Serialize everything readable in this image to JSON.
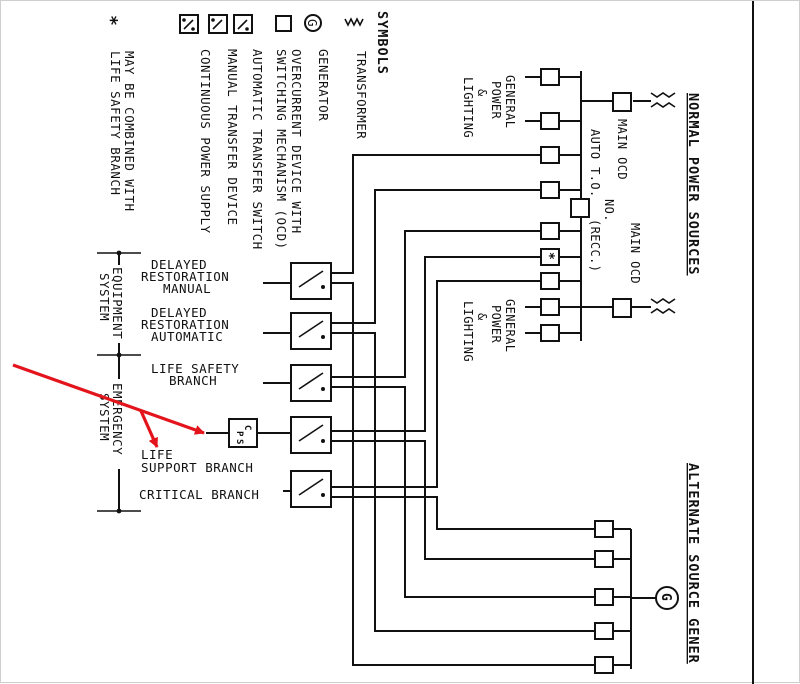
{
  "symbols": {
    "title": "SYMBOLS",
    "items": [
      {
        "id": "transformer",
        "icon": "transformer-icon",
        "label": [
          "TRANSFORMER"
        ]
      },
      {
        "id": "generator",
        "icon": "generator-icon",
        "glyph": "G",
        "label": [
          "GENERATOR"
        ]
      },
      {
        "id": "ocd",
        "icon": "ocd-box-icon",
        "label": [
          "OVERCURRENT DEVICE WITH",
          "SWITCHING MECHANISM (OCD)"
        ]
      },
      {
        "id": "ats",
        "icon": "automatic-transfer-switch-icon",
        "label": [
          "AUTOMATIC TRANSFER SWITCH"
        ]
      },
      {
        "id": "mts",
        "icon": "manual-transfer-switch-icon",
        "label": [
          "MANUAL TRANSFER DEVICE"
        ]
      },
      {
        "id": "cps",
        "icon": "continuous-power-supply-icon",
        "label": [
          "CONTINUOUS POWER SUPPLY"
        ]
      }
    ],
    "note_marker": "*",
    "note": [
      "MAY BE COMBINED WITH",
      "LIFE SAFETY BRANCH"
    ]
  },
  "sources": {
    "normal_title": "NORMAL POWER SOURCES",
    "alternate_title": "ALTERNATE SOURCE GENER",
    "main_ocd_1": "MAIN OCD",
    "main_ocd_2": "MAIN OCD",
    "auto_to": "AUTO T.O.",
    "no_label": "NO.",
    "recc_label": "(RECC.)",
    "general_power_1": [
      "GENERAL",
      "POWER",
      "&",
      "LIGHTING"
    ],
    "general_power_2": [
      "GENERAL",
      "POWER",
      "&",
      "LIGHTING"
    ],
    "generator_glyph": "G",
    "starred_marker": "*"
  },
  "branches": {
    "delayed_manual": [
      "DELAYED",
      "RESTORATION",
      "MANUAL"
    ],
    "delayed_auto": [
      "DELAYED",
      "RESTORATION",
      "AUTOMATIC"
    ],
    "life_safety": [
      "LIFE SAFETY",
      "BRANCH"
    ],
    "life_support": [
      "LIFE",
      "SUPPORT BRANCH"
    ],
    "critical": [
      "CRITICAL BRANCH"
    ],
    "equipment_system": [
      "EQUIPMENT",
      "SYSTEM"
    ],
    "emergency_system": [
      "EMERGENCY",
      "SYSTEM"
    ],
    "cps_glyph": [
      "C",
      "P",
      "S"
    ]
  },
  "annotations": {
    "arrow_color": "#e3141b"
  }
}
